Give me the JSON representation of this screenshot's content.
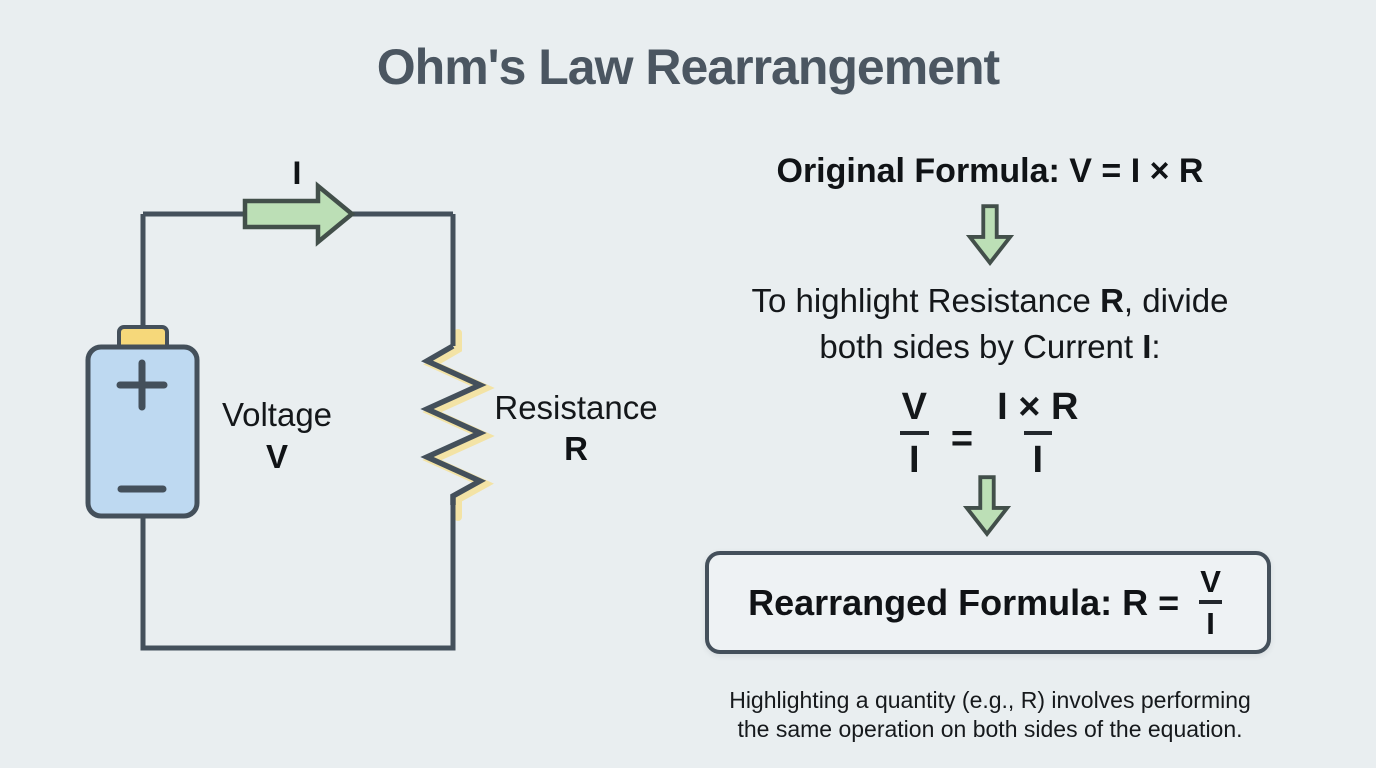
{
  "title": "Ohm's Law Rearrangement",
  "circuit": {
    "current_symbol": "I",
    "voltage_label": "Voltage",
    "voltage_symbol": "V",
    "resistance_label": "Resistance",
    "resistance_symbol": "R",
    "battery_positive": "+",
    "battery_negative": "−"
  },
  "derivation": {
    "original_formula": "Original Formula: V = I × R",
    "step": {
      "l1a": "To highlight Resistance ",
      "l1b": "R",
      "l1c": ", divide",
      "l2a": "both sides by Current ",
      "l2b": "I",
      "l2c": ":"
    },
    "equation": {
      "lhs_num": "V",
      "lhs_den": "I",
      "equals": "=",
      "rhs_num": "I × R",
      "rhs_den": "I"
    },
    "rearranged": {
      "label": "Rearranged Formula: R =",
      "num": "V",
      "den": "I"
    },
    "caption_line1": "Highlighting a quantity (e.g., R) involves performing",
    "caption_line2": "the same operation on both sides of the equation."
  },
  "colors": {
    "background": "#e9eef0",
    "title_text": "#4b5661",
    "body_text": "#14171a",
    "wire": "#44505b",
    "battery_fill": "#bed9f1",
    "battery_cap": "#f6d87a",
    "arrow_fill": "#bcdfb6",
    "arrow_stroke": "#424f4a",
    "resistor_glow": "#f3e2a0",
    "box_fill": "#eef2f4",
    "box_border": "#44505b"
  }
}
